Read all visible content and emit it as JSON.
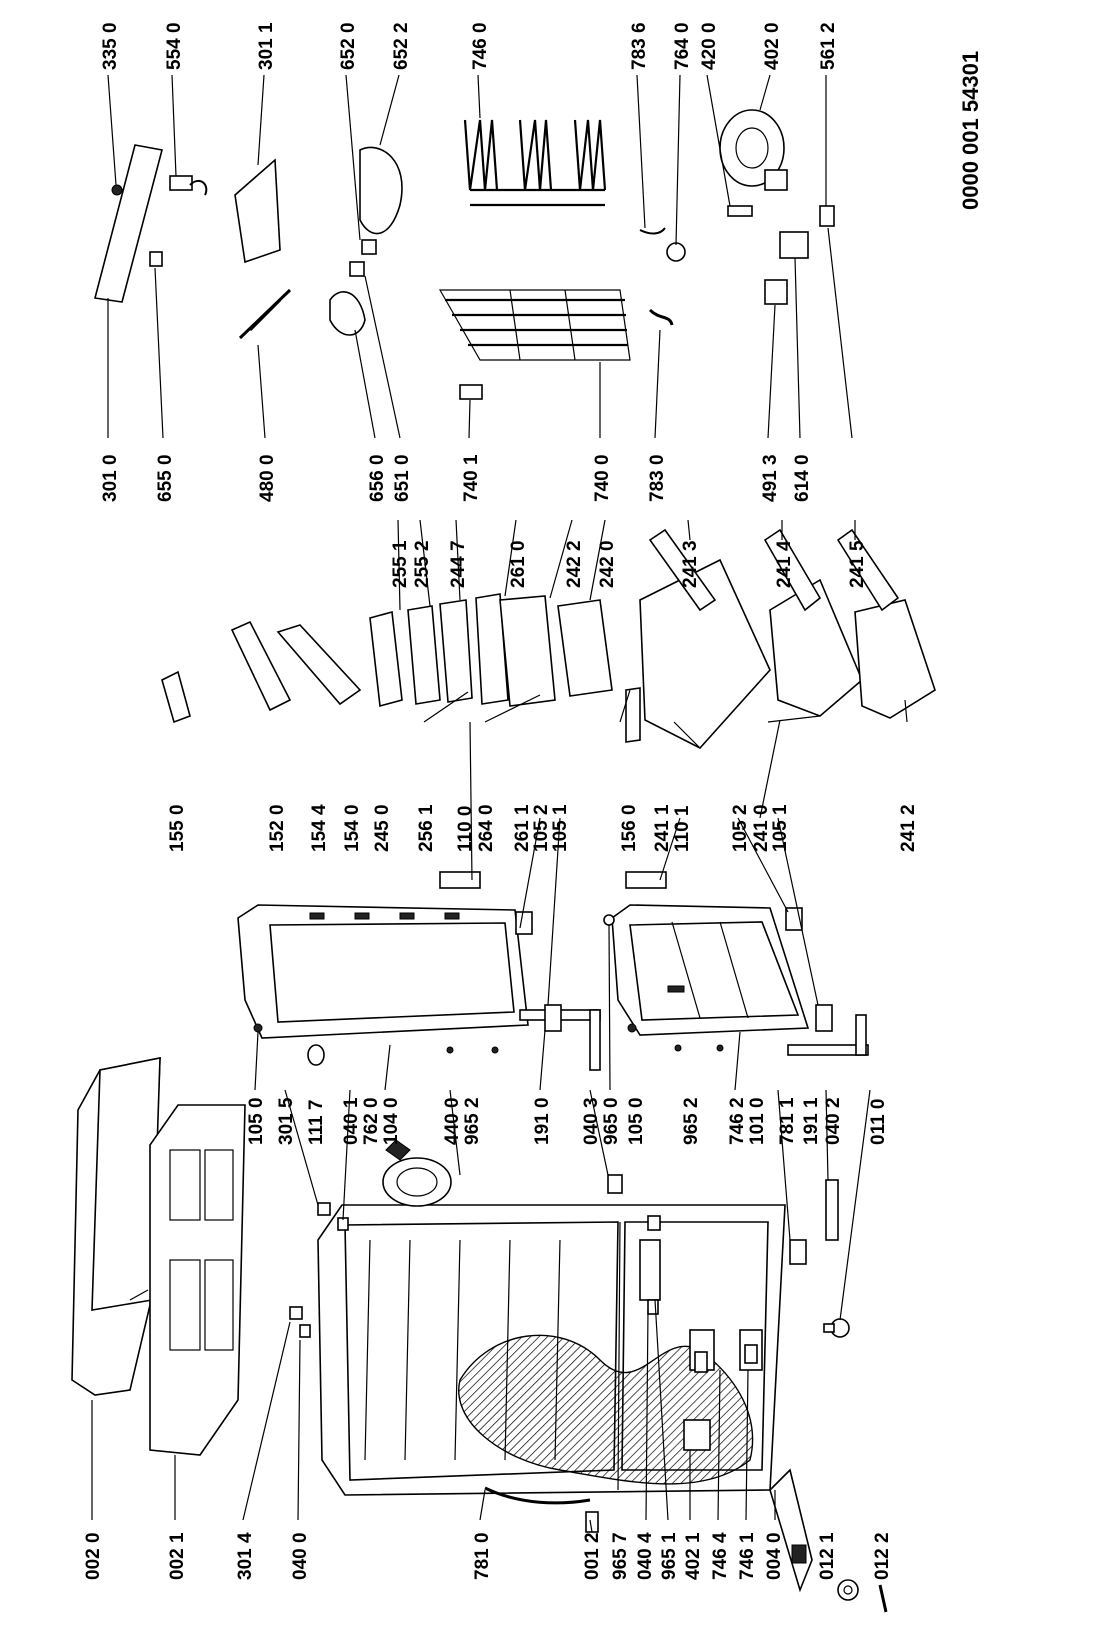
{
  "document_id": "0000 001 54301",
  "labels": {
    "002_0": "002 0",
    "002_1": "002 1",
    "301_4": "301 4",
    "040_0": "040 0",
    "781_0": "781 0",
    "001_2": "001 2",
    "965_7": "965 7",
    "040_4": "040 4",
    "965_1": "965 1",
    "402_1": "402 1",
    "746_4": "746 4",
    "746_1": "746 1",
    "004_0": "004 0",
    "012_1": "012 1",
    "012_2": "012 2",
    "105_0a": "105 0",
    "301_5": "301 5",
    "111_7": "111 7",
    "040_1": "040 1",
    "762_0": "762 0",
    "104_0": "104 0",
    "440_0": "440 0",
    "965_2a": "965 2",
    "191_0": "191 0",
    "040_3": "040 3",
    "965_0": "965 0",
    "105_0b": "105 0",
    "965_2b": "965 2",
    "746_2": "746 2",
    "101_0": "101 0",
    "781_1": "781 1",
    "191_1": "191 1",
    "040_2": "040 2",
    "011_0": "011 0",
    "155_0": "155 0",
    "152_0": "152 0",
    "154_4": "154 4",
    "154_0": "154 0",
    "245_0": "245 0",
    "256_1": "256 1",
    "110_0": "110 0",
    "264_0": "264 0",
    "261_1": "261 1",
    "105_2a": "105 2",
    "105_1a": "105 1",
    "156_0": "156 0",
    "241_1": "241 1",
    "110_1": "110 1",
    "105_2b": "105 2",
    "241_0": "241 0",
    "105_1b": "105 1",
    "241_2": "241 2",
    "255_1": "255 1",
    "255_2": "255 2",
    "244_7": "244 7",
    "261_0": "261 0",
    "242_2": "242 2",
    "242_0": "242 0",
    "241_3": "241 3",
    "241_4": "241 4",
    "241_5": "241 5",
    "301_0": "301 0",
    "655_0": "655 0",
    "480_0": "480 0",
    "656_0": "656 0",
    "651_0": "651 0",
    "740_1": "740 1",
    "740_0": "740 0",
    "783_0": "783 0",
    "491_3": "491 3",
    "614_0": "614 0",
    "335_0": "335 0",
    "554_0": "554 0",
    "301_1": "301 1",
    "652_0": "652 0",
    "652_2": "652 2",
    "746_0": "746 0",
    "783_6": "783 6",
    "764_0": "764 0",
    "420_0": "420 0",
    "402_0": "402 0",
    "561_2": "561 2"
  }
}
